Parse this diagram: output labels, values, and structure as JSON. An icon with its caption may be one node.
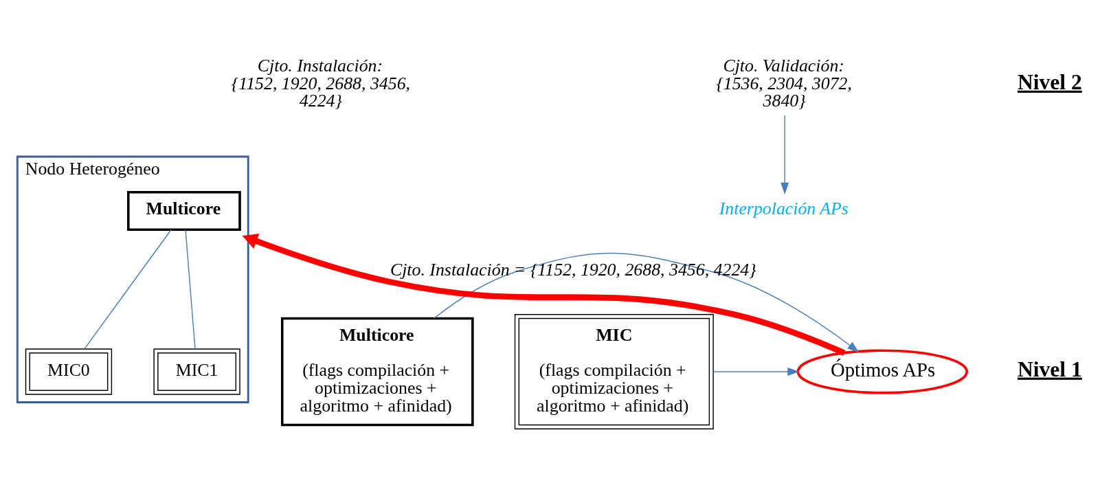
{
  "diagram": {
    "nodes": [
      {
        "text": [
          "Nodo Heterogéneo"
        ]
      },
      {
        "text": [
          "Multicore"
        ],
        "in": 0
      },
      {
        "text": [
          "MIC0"
        ],
        "in": 0
      },
      {
        "text": [
          "MIC1"
        ],
        "in": 0
      },
      {
        "text": [
          "Cjto. Validación: {1536, 2304, 3072, 3840}"
        ]
      },
      {
        "text": [
          "Interpolación APs"
        ]
      },
      {
        "text": [
          "Multicore",
          "(flags compilación + optimizaciones + algoritmo + afinidad)"
        ]
      },
      {
        "text": [
          "Óptimos APs"
        ]
      },
      {
        "text": [
          "MIC",
          "(flags compilación + optimizaciones + algoritmo + afinidad)"
        ]
      }
    ],
    "edges": [
      {
        "from": 1,
        "to": 2,
        "arrow": "none"
      },
      {
        "from": 1,
        "to": 3,
        "arrow": "none"
      },
      {
        "from": 4,
        "to": 5,
        "arrow": "to"
      },
      {
        "from": 6,
        "to": 7,
        "arrow": "to"
      },
      {
        "from": 8,
        "to": 7,
        "arrow": "to"
      },
      {
        "from": 7,
        "to": 0,
        "arrow": "to",
        "label": "Cjto. Instalación = {1152, 1920, 2688, 3456, 4224}",
        "style": "thick",
        "color": "#ff0000"
      }
    ],
    "labels": [
      "Nivel 2",
      "Cjto. Instalación: {1152, 1920, 2688, 3456, 4224}",
      "Nivel 1"
    ]
  }
}
